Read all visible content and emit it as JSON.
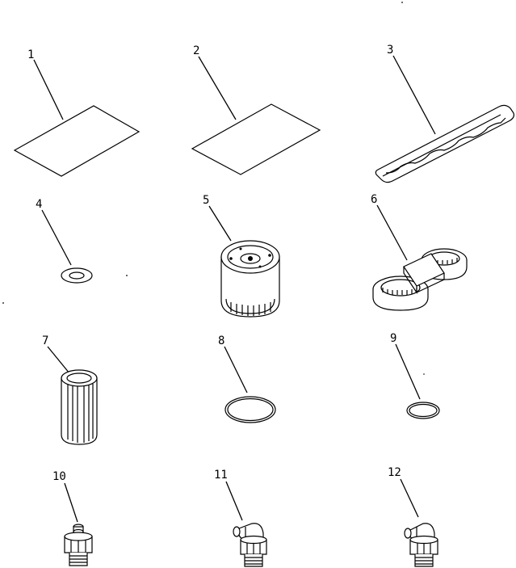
{
  "parts": [
    {
      "no": "1",
      "icon": "gasket-sheet-icon"
    },
    {
      "no": "2",
      "icon": "gasket-sheet-icon"
    },
    {
      "no": "3",
      "icon": "cover-gasket-icon"
    },
    {
      "no": "4",
      "icon": "washer-icon"
    },
    {
      "no": "5",
      "icon": "spin-on-filter-icon"
    },
    {
      "no": "6",
      "icon": "filter-wrench-icon"
    },
    {
      "no": "7",
      "icon": "filter-element-icon"
    },
    {
      "no": "8",
      "icon": "o-ring-icon"
    },
    {
      "no": "9",
      "icon": "o-ring-icon"
    },
    {
      "no": "10",
      "icon": "grease-fitting-straight-icon"
    },
    {
      "no": "11",
      "icon": "grease-fitting-angle-icon"
    },
    {
      "no": "12",
      "icon": "grease-fitting-angle-icon"
    }
  ],
  "colors": {
    "line": "#000000",
    "background": "#ffffff"
  }
}
